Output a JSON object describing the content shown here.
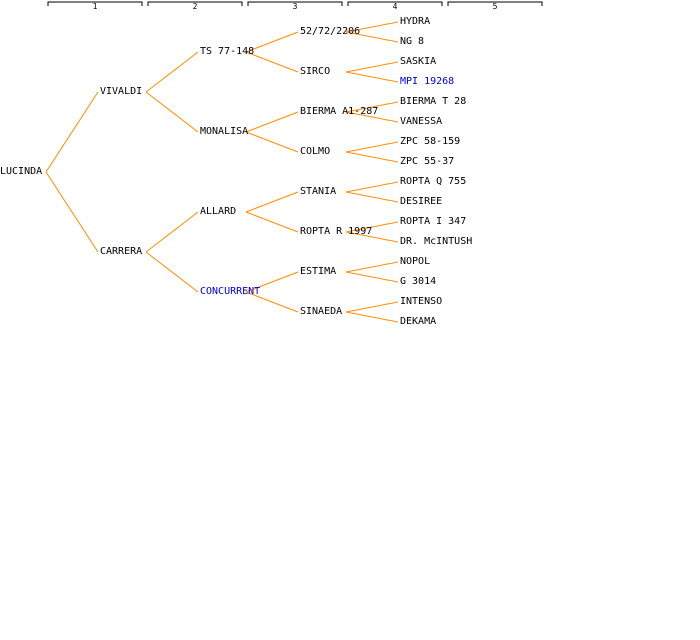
{
  "columns": [
    "1",
    "2",
    "3",
    "4",
    "5"
  ],
  "colors": {
    "line": "#ff8c00",
    "link": "#0000cc",
    "text": "#000000",
    "header": "#000000"
  },
  "tree": {
    "label": "LUCINDA",
    "children": [
      {
        "label": "VIVALDI",
        "children": [
          {
            "label": "TS 77-148",
            "children": [
              {
                "label": "52/72/2206",
                "children": [
                  {
                    "label": "HYDRA",
                    "children": [
                      {
                        "label": "M 1521/57"
                      },
                      {
                        "label": "1144/56"
                      }
                    ]
                  },
                  {
                    "label": "NG 8"
                  }
                ]
              },
              {
                "label": "SIRCO",
                "children": [
                  {
                    "label": "SASKIA",
                    "children": [
                      {
                        "label": "RODE EERSTELING"
                      },
                      {
                        "label": "HERALD"
                      }
                    ]
                  },
                  {
                    "label": "MPI 19268",
                    "link": true,
                    "children": [
                      {
                        "label": "MPI 40.1465/6 synonym"
                      }
                    ]
                  }
                ]
              }
            ]
          },
          {
            "label": "MONALISA",
            "children": [
              {
                "label": "BIERMA A1-287",
                "children": [
                  {
                    "label": "BIERMA T 28"
                  },
                  {
                    "label": "VANESSA",
                    "children": [
                      {
                        "label": "BIERMA P 584"
                      },
                      {
                        "label": "DESIREE"
                      }
                    ]
                  }
                ]
              },
              {
                "label": "COLMO",
                "children": [
                  {
                    "label": "ZPC 58-159",
                    "children": [
                      {
                        "label": "SVP M 54-201"
                      },
                      {
                        "label": "SIRTEMA"
                      }
                    ]
                  },
                  {
                    "label": "ZPC 55-37",
                    "children": [
                      {
                        "label": "VERTA"
                      },
                      {
                        "label": "KATAHDIN"
                      }
                    ]
                  }
                ]
              }
            ]
          }
        ]
      },
      {
        "label": "CARRERA",
        "children": [
          {
            "label": "ALLARD",
            "children": [
              {
                "label": "STANIA",
                "children": [
                  {
                    "label": "ROPTA Q 755",
                    "children": [
                      {
                        "label": "INTENSO"
                      },
                      {
                        "label": "PIMPERNEL"
                      }
                    ]
                  },
                  {
                    "label": "DESIREE",
                    "children": [
                      {
                        "label": "URGENTA"
                      },
                      {
                        "label": "DEPESCHE"
                      }
                    ]
                  }
                ]
              },
              {
                "label": "ROPTA R 1997",
                "children": [
                  {
                    "label": "ROPTA I 347"
                  },
                  {
                    "label": "DR. McINTUSH",
                    "children": [
                      {
                        "label": "HERALD"
                      },
                      {
                        "label": "phu"
                      }
                    ]
                  }
                ]
              }
            ]
          },
          {
            "label": "CONCURRENT",
            "link": true,
            "children": [
              {
                "label": "ESTIMA",
                "children": [
                  {
                    "label": "NOPOL",
                    "children": [
                      {
                        "label": "ROPTA Y 226"
                      },
                      {
                        "label": "MPI 19268"
                      }
                    ]
                  },
                  {
                    "label": "G 3014",
                    "children": [
                      {
                        "label": "PH 112"
                      },
                      {
                        "label": "SASKIA"
                      }
                    ]
                  }
                ]
              },
              {
                "label": "SINAEDA",
                "children": [
                  {
                    "label": "INTENSO",
                    "children": [
                      {
                        "label": "SASKIA"
                      },
                      {
                        "label": "(CPC 1673-20 (adg) x FURORE)"
                      }
                    ]
                  },
                  {
                    "label": "DEKAMA",
                    "children": [
                      {
                        "label": "IVP 354"
                      },
                      {
                        "label": "LIBERTAS"
                      }
                    ]
                  }
                ]
              }
            ]
          }
        ]
      }
    ]
  }
}
